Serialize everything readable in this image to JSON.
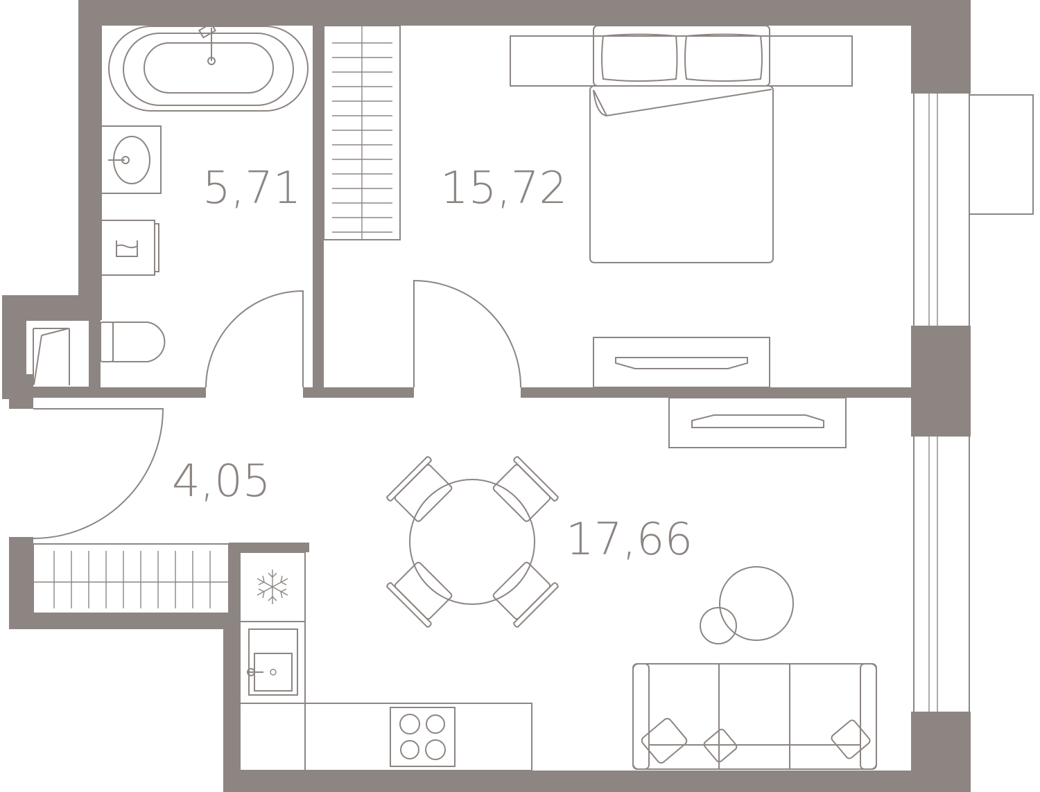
{
  "rooms": [
    {
      "name": "bathroom",
      "area": "5,71"
    },
    {
      "name": "bedroom",
      "area": "15,72"
    },
    {
      "name": "hallway",
      "area": "4,05"
    },
    {
      "name": "living-kitchen",
      "area": "17,66"
    }
  ],
  "colors": {
    "wall": "#8c8582",
    "line": "#8c8582",
    "background": "#ffffff"
  },
  "icons": {
    "fridge": "snowflake-icon",
    "sink": "sink-icon",
    "stove": "stove-icon"
  }
}
